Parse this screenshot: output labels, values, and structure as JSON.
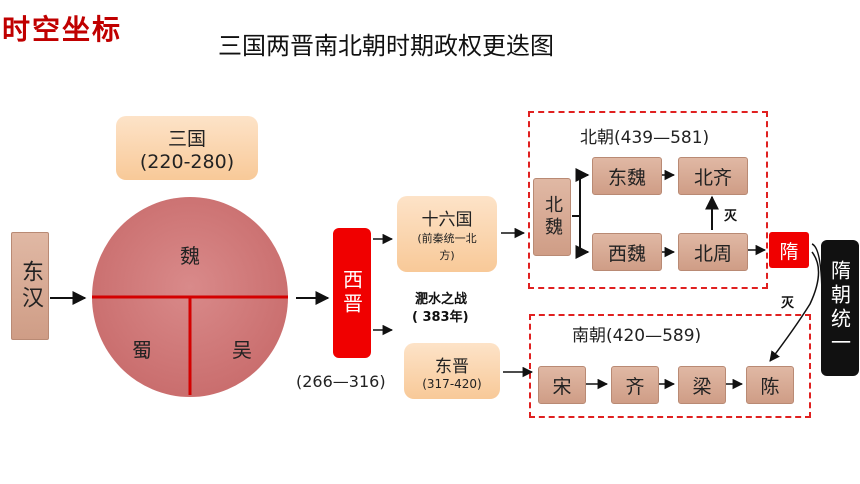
{
  "corner_title": "时空坐标",
  "main_title": "三国两晋南北朝时期政权更迭图",
  "donghan": "东汉",
  "sanguo": {
    "name": "三国",
    "years": "(220-280)"
  },
  "states": {
    "wei": "魏",
    "shu": "蜀",
    "wu": "吴"
  },
  "xijin": {
    "name": "西晋",
    "years": "(266—316)"
  },
  "shiliuguo": {
    "name": "十六国",
    "note": "(前秦统一北方)"
  },
  "dongjin": {
    "name": "东晋",
    "years": "(317-420)"
  },
  "feishui": {
    "line1": "淝水之战",
    "line2": "( 383年)"
  },
  "beichao": {
    "title": "北朝(439—581)",
    "label": "北魏",
    "dongwei": "东魏",
    "beiqi": "北齐",
    "xiwei": "西魏",
    "beizhou": "北周",
    "mie": "灭"
  },
  "nanchao": {
    "title": "南朝(420—589)",
    "song": "宋",
    "qi": "齐",
    "liang": "梁",
    "chen": "陈"
  },
  "sui": "隋",
  "sui_mie": "灭",
  "sui_unify": "隋朝统一"
}
